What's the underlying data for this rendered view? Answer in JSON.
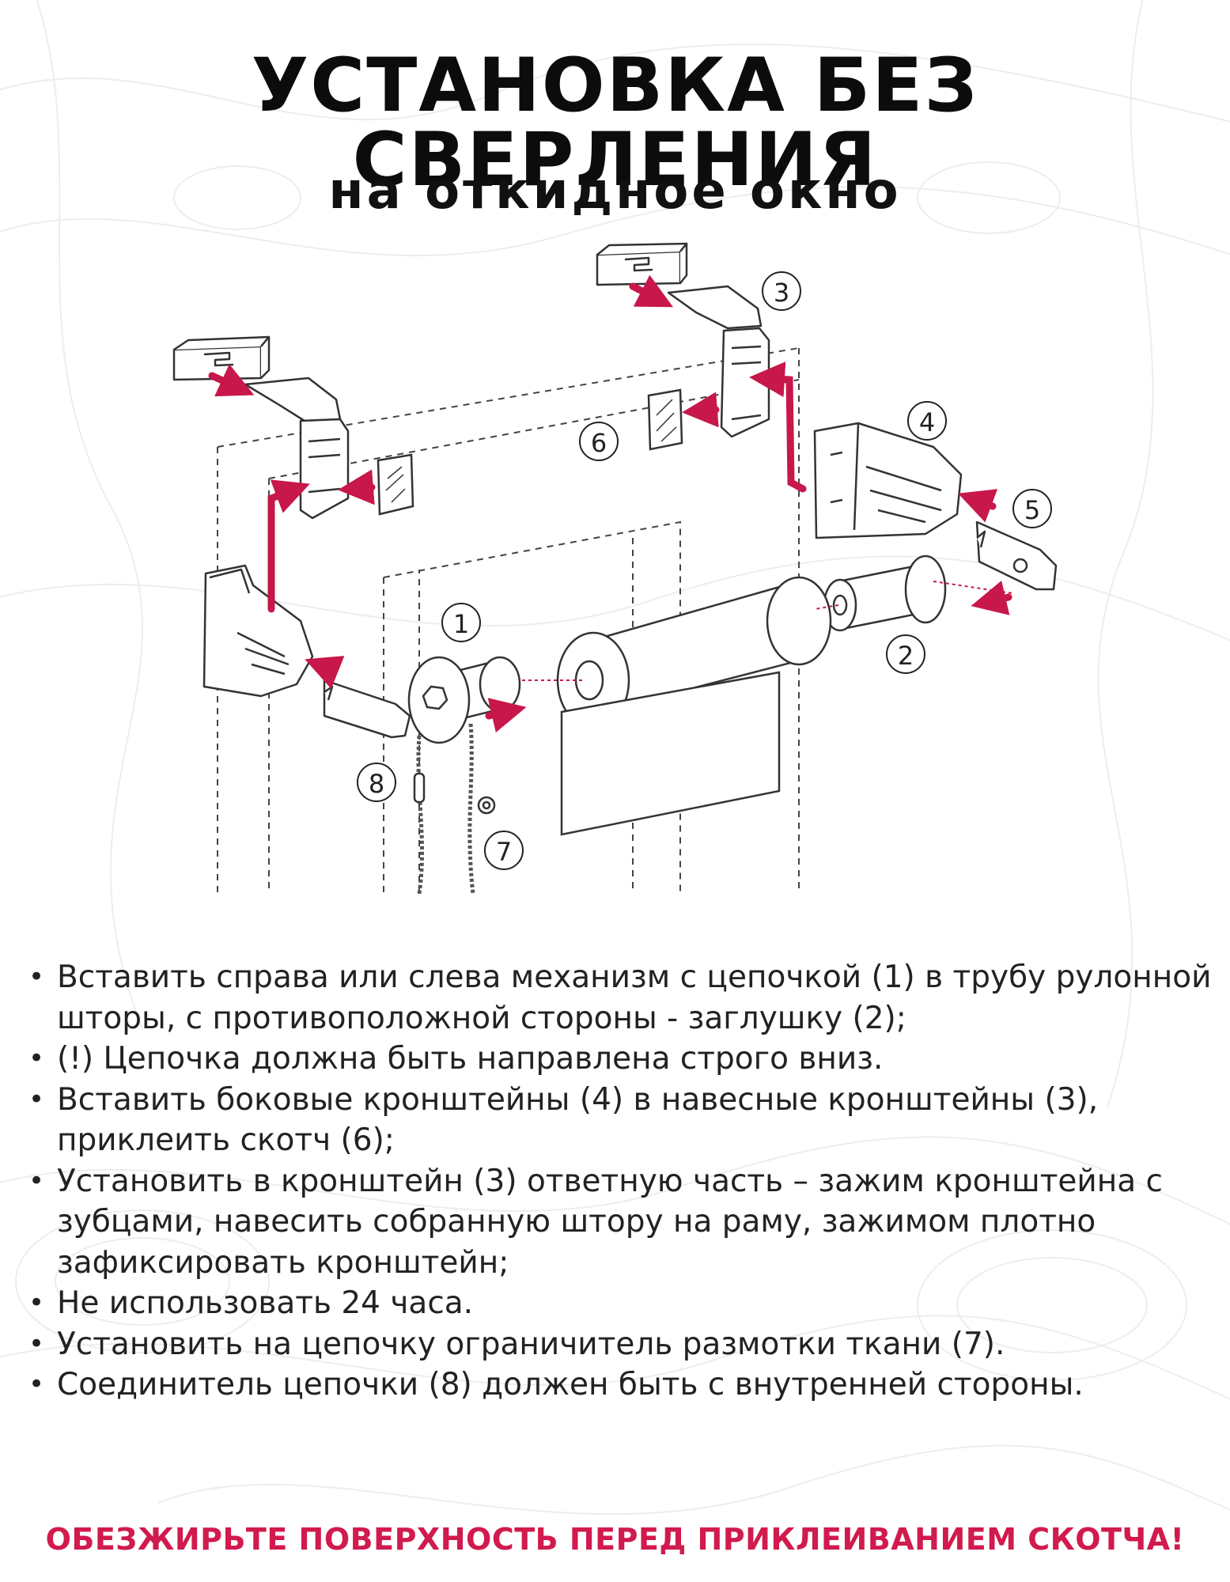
{
  "header": {
    "title": "УСТАНОВКА БЕЗ СВЕРЛЕНИЯ",
    "subtitle": "на откидное окно"
  },
  "diagram": {
    "accent_color": "#c8174a",
    "labels": {
      "1": "1",
      "2": "2",
      "3": "3",
      "4": "4",
      "5": "5",
      "6": "6",
      "7": "7",
      "8": "8"
    },
    "parts": [
      "mounting-bracket-left",
      "mounting-bracket-right",
      "side-bracket-left",
      "side-bracket-right",
      "clamp-left",
      "clamp-right",
      "chain-mechanism",
      "end-plug",
      "roller-tube",
      "fabric",
      "adhesive-tape-left",
      "adhesive-tape-right",
      "chain",
      "chain-stopper",
      "chain-connector",
      "window-frame"
    ]
  },
  "instructions": [
    "Вставить справа или слева механизм с цепочкой (1) в трубу рулонной шторы, с противоположной стороны - заглушку (2);",
    "(!) Цепочка должна быть направлена строго вниз.",
    "Вставить боковые кронштейны (4) в навесные кронштейны (3), приклеить скотч (6);",
    "Установить в кронштейн (3) ответную часть – зажим   кронштейна с зубцами, навесить собранную штору на раму, зажимом плотно зафиксировать кронштейн;",
    "Не использовать 24 часа.",
    "Установить на цепочку ограничитель размотки ткани (7).",
    "Соединитель цепочки (8) должен быть с внутренней стороны."
  ],
  "bullet_symbol": "•",
  "warning": "ОБЕЗЖИРЬТЕ ПОВЕРХНОСТЬ ПЕРЕД ПРИКЛЕИВАНИЕМ СКОТЧА!",
  "colors": {
    "title": "#0c0c0c",
    "text": "#222222",
    "warning": "#d11a4d",
    "pattern": "#ececec"
  }
}
